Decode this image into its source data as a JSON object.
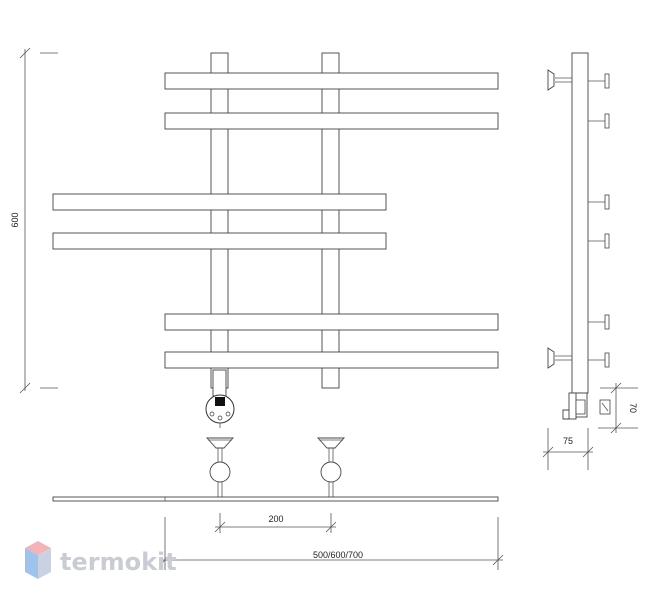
{
  "dimensions": {
    "height": "600",
    "center_distance": "200",
    "width": "500/600/700",
    "side_height": "70",
    "side_depth": "75"
  },
  "logo": {
    "text": "termokit",
    "colors": {
      "top": "#f2b4b8",
      "left": "#9fc3ea",
      "right": "#c9d2e0"
    }
  },
  "colors": {
    "line": "#444444",
    "background": "#ffffff"
  }
}
